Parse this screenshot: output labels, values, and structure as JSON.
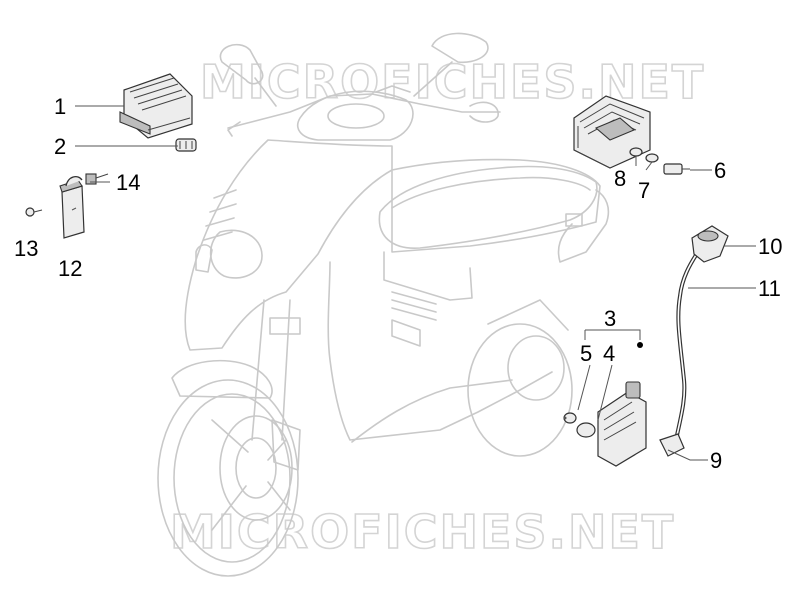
{
  "watermark": {
    "text_top": "MICROFICHES.NET",
    "text_bottom": "MICROFICHES.NET"
  },
  "callouts": [
    {
      "id": "1",
      "label": "1"
    },
    {
      "id": "2",
      "label": "2"
    },
    {
      "id": "3",
      "label": "3"
    },
    {
      "id": "4",
      "label": "4"
    },
    {
      "id": "5",
      "label": "5"
    },
    {
      "id": "6",
      "label": "6"
    },
    {
      "id": "7",
      "label": "7"
    },
    {
      "id": "8",
      "label": "8"
    },
    {
      "id": "9",
      "label": "9"
    },
    {
      "id": "10",
      "label": "10"
    },
    {
      "id": "11",
      "label": "11"
    },
    {
      "id": "12",
      "label": "12"
    },
    {
      "id": "13",
      "label": "13"
    },
    {
      "id": "14",
      "label": "14"
    }
  ],
  "colors": {
    "background": "#ffffff",
    "scooter_outline": "#c9c9c9",
    "part_outline": "#333333",
    "watermark": "#d4d4d4"
  }
}
